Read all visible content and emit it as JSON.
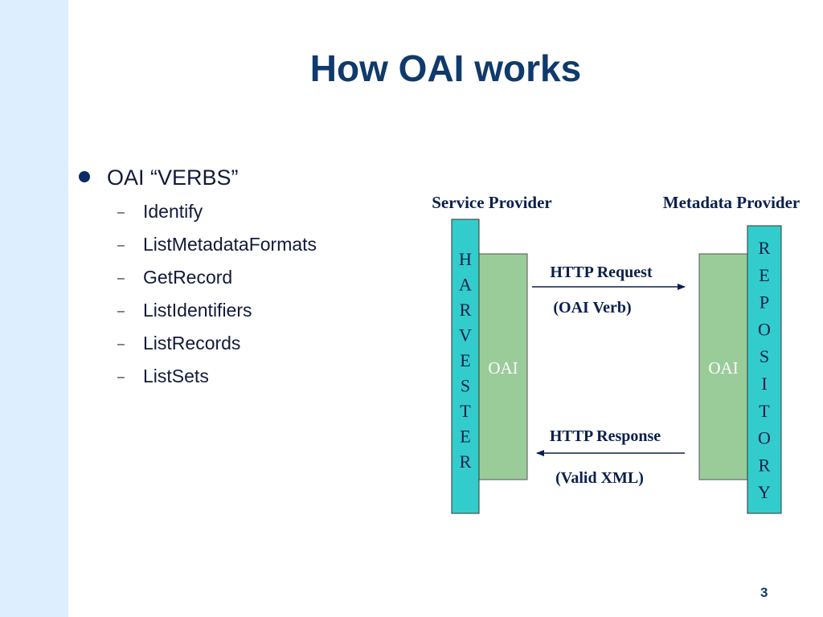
{
  "slide": {
    "title": "How OAI works",
    "page_number": "3"
  },
  "bullets": {
    "main": "OAI “VERBS”",
    "verbs": [
      "Identify",
      "ListMetadataFormats",
      "GetRecord",
      "ListIdentifiers",
      "ListRecords",
      "ListSets"
    ]
  },
  "diagram": {
    "service_provider_label": "Service Provider",
    "metadata_provider_label": "Metadata Provider",
    "harvester_letters": [
      "H",
      "A",
      "R",
      "V",
      "E",
      "S",
      "T",
      "E",
      "R"
    ],
    "repository_letters": [
      "R",
      "E",
      "P",
      "O",
      "S",
      "I",
      "T",
      "O",
      "R",
      "Y"
    ],
    "oai_left": "OAI",
    "oai_right": "OAI",
    "request_label": "HTTP Request",
    "request_detail": "(OAI Verb)",
    "response_label": "HTTP Response",
    "response_detail": "(Valid XML)",
    "colors": {
      "bar": "#33cccc",
      "box": "#99cc99",
      "title": "#0f3a6b",
      "label": "#0a1f4d"
    }
  }
}
